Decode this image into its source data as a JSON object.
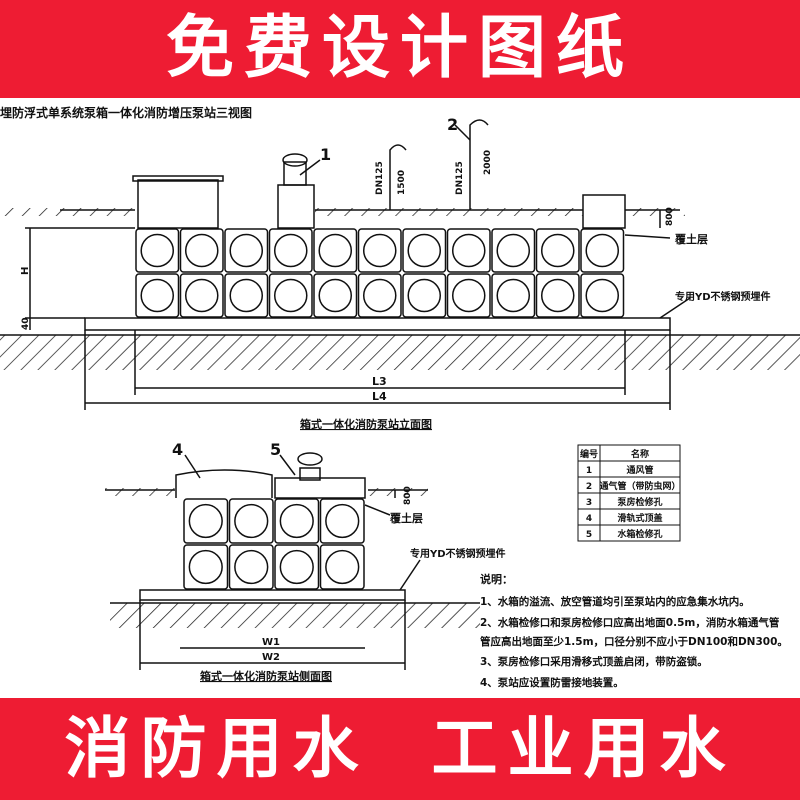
{
  "top_banner": "免费设计图纸",
  "bottom_banner": "消防用水 工业用水",
  "drawing": {
    "title": "埋防浮式单系统泵箱一体化消防增压泵站三视图",
    "front": {
      "caption": "箱式一体化消防泵站立面图",
      "labels": {
        "n1": "1",
        "n2": "2",
        "dn1": "DN125",
        "dn2": "DN125",
        "d1500": "1500",
        "d2000": "2000",
        "d800": "800",
        "H": "H",
        "d40": "40",
        "L3": "L3",
        "L4": "L4",
        "soil": "覆土层",
        "embed": "专用YD不锈钢预埋件"
      }
    },
    "side": {
      "caption": "箱式一体化消防泵站侧面图",
      "labels": {
        "n4": "4",
        "n5": "5",
        "d800": "800",
        "W1": "W1",
        "W2": "W2",
        "soil": "覆土层",
        "embed": "专用YD不锈钢预埋件"
      }
    },
    "legend": {
      "headers": [
        "编号",
        "名称"
      ],
      "rows": [
        [
          "1",
          "通风管"
        ],
        [
          "2",
          "通气管（带防虫网）"
        ],
        [
          "3",
          "泵房检修孔"
        ],
        [
          "4",
          "滑轨式顶盖"
        ],
        [
          "5",
          "水箱检修孔"
        ]
      ]
    },
    "notes": {
      "title": "说明：",
      "items": [
        "1、水箱的溢流、放空管道均引至泵站内的应急集水坑内。",
        "2、水箱检修口和泵房检修口应高出地面0.5m，消防水箱通气管",
        "管应高出地面至少1.5m，口径分别不应小于DN100和DN300。",
        "3、泵房检修口采用滑移式顶盖启闭，带防盗锁。",
        "4、泵站应设置防雷接地装置。"
      ]
    }
  }
}
